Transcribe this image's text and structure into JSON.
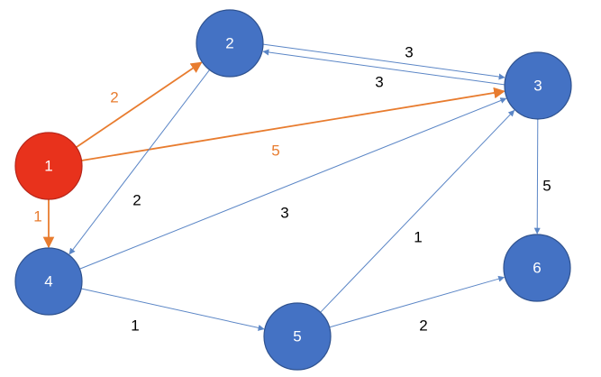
{
  "colors": {
    "node_fill": "#4472c4",
    "node_stroke": "#2f528f",
    "highlight_node_fill": "#e8321c",
    "highlight_node_stroke": "#b7261a",
    "edge": "#5b86c6",
    "highlight_edge": "#e87c2f",
    "label": "#000000",
    "highlight_label": "#e87c2f",
    "node_label": "#ffffff"
  },
  "nodes": [
    {
      "id": "1",
      "label": "1",
      "highlighted": true
    },
    {
      "id": "2",
      "label": "2",
      "highlighted": false
    },
    {
      "id": "3",
      "label": "3",
      "highlighted": false
    },
    {
      "id": "4",
      "label": "4",
      "highlighted": false
    },
    {
      "id": "5",
      "label": "5",
      "highlighted": false
    },
    {
      "id": "6",
      "label": "6",
      "highlighted": false
    }
  ],
  "edges": [
    {
      "from": "1",
      "to": "2",
      "weight": "2",
      "highlighted": true
    },
    {
      "from": "1",
      "to": "3",
      "weight": "5",
      "highlighted": true
    },
    {
      "from": "1",
      "to": "4",
      "weight": "1",
      "highlighted": true
    },
    {
      "from": "2",
      "to": "3",
      "weight": "3",
      "highlighted": false
    },
    {
      "from": "3",
      "to": "2",
      "weight": "3",
      "highlighted": false
    },
    {
      "from": "2",
      "to": "4",
      "weight": "2",
      "highlighted": false
    },
    {
      "from": "3",
      "to": "6",
      "weight": "5",
      "highlighted": false
    },
    {
      "from": "4",
      "to": "3",
      "weight": "3",
      "highlighted": false
    },
    {
      "from": "4",
      "to": "5",
      "weight": "1",
      "highlighted": false
    },
    {
      "from": "5",
      "to": "3",
      "weight": "1",
      "highlighted": false
    },
    {
      "from": "5",
      "to": "6",
      "weight": "2",
      "highlighted": false
    }
  ]
}
